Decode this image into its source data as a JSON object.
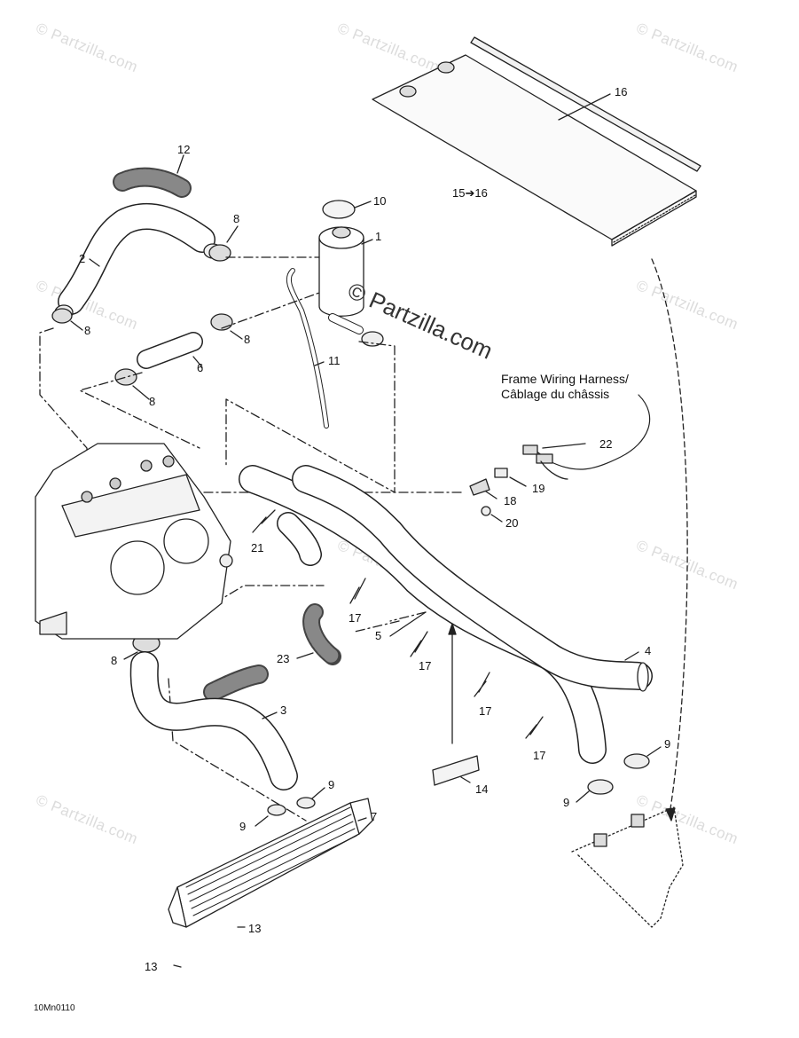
{
  "watermark": {
    "text": "© Partzilla.com",
    "center_text": "© Partzilla.com"
  },
  "callouts": {
    "c1": "1",
    "c2": "2",
    "c3": "3",
    "c4": "4",
    "c5": "5",
    "c6": "6",
    "c7": "7",
    "c8a": "8",
    "c8b": "8",
    "c8c": "8",
    "c8d": "8",
    "c8e": "8",
    "c9a": "9",
    "c9b": "9",
    "c9c": "9",
    "c9d": "9",
    "c10": "10",
    "c11": "11",
    "c12": "12",
    "c13a": "13",
    "c13b": "13",
    "c14": "14",
    "c15": "15➔16",
    "c16": "16",
    "c17a": "17",
    "c17b": "17",
    "c17c": "17",
    "c17d": "17",
    "c18": "18",
    "c19": "19",
    "c20": "20",
    "c21": "21",
    "c22": "22",
    "c23": "23"
  },
  "harness": {
    "line1": "Frame Wiring Harness/",
    "line2": "Câblage du châssis"
  },
  "figure_code": "10Mn0110"
}
